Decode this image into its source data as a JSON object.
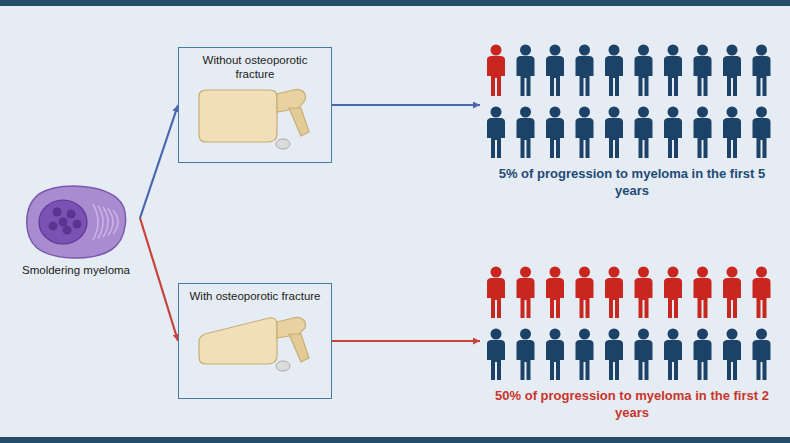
{
  "diagram": {
    "nodes": [
      {
        "text": [
          "Smoldering myeloma"
        ]
      },
      {
        "text": [
          "Without osteoporotic fracture"
        ]
      },
      {
        "text": [
          "With osteoporotic fracture"
        ]
      },
      {
        "text": [
          "5% of progression to myeloma in the first 5 years"
        ]
      },
      {
        "text": [
          "50% of progression to myeloma in the first 2 years"
        ]
      }
    ],
    "edges": [
      {
        "from": 0,
        "to": 1,
        "arrow": "to"
      },
      {
        "from": 0,
        "to": 2,
        "arrow": "to"
      },
      {
        "from": 1,
        "to": 3,
        "arrow": "to"
      },
      {
        "from": 2,
        "to": 4,
        "arrow": "to"
      }
    ]
  }
}
